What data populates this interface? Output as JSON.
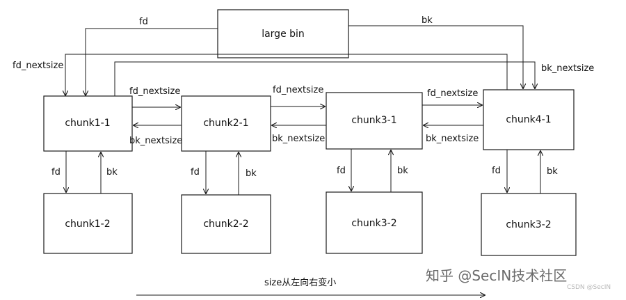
{
  "boxes": {
    "large_bin": "large bin",
    "chunk1_1": "chunk1-1",
    "chunk2_1": "chunk2-1",
    "chunk3_1": "chunk3-1",
    "chunk4_1": "chunk4-1",
    "chunk1_2": "chunk1-2",
    "chunk2_2": "chunk2-2",
    "chunk3_2": "chunk3-2",
    "chunk4_2": "chunk3-2"
  },
  "edge_labels": {
    "fd": "fd",
    "bk": "bk",
    "fd_nextsize": "fd_nextsize",
    "bk_nextsize": "bk_nextsize"
  },
  "footer": {
    "caption": "size从左向右变小"
  },
  "watermark": {
    "text": "知乎 @SecIN技术社区",
    "sub": "CSDN @SecIN"
  }
}
